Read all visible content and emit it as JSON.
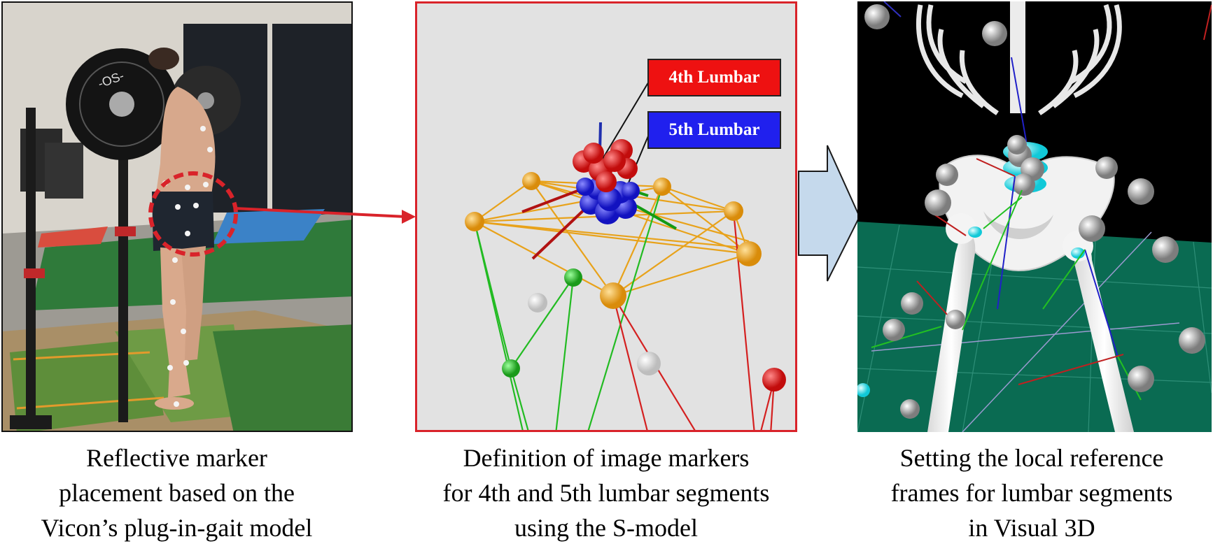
{
  "panels": [
    {
      "id": "marker-placement",
      "caption": [
        "Reflective marker",
        "placement based on the",
        "Vicon’s plug-in-gait model"
      ],
      "plate_text": "-OS-"
    },
    {
      "id": "s-model",
      "caption": [
        "Definition of image markers",
        "for 4th and 5th lumbar segments",
        "using the S-model"
      ],
      "labels": {
        "l4": "4th Lumbar",
        "l5": "5th Lumbar"
      }
    },
    {
      "id": "visual3d",
      "caption": [
        "Setting the local reference",
        "frames for lumbar segments",
        "in Visual 3D"
      ]
    }
  ],
  "colors": {
    "highlight_red": "#d9232a",
    "l4_red": "#ee1111",
    "l5_blue": "#2020ee",
    "arrow_fill": "#c5d9ec",
    "marker_orange": "#e8a21a",
    "marker_green": "#22bb22",
    "floor_green": "#0a6b52"
  }
}
